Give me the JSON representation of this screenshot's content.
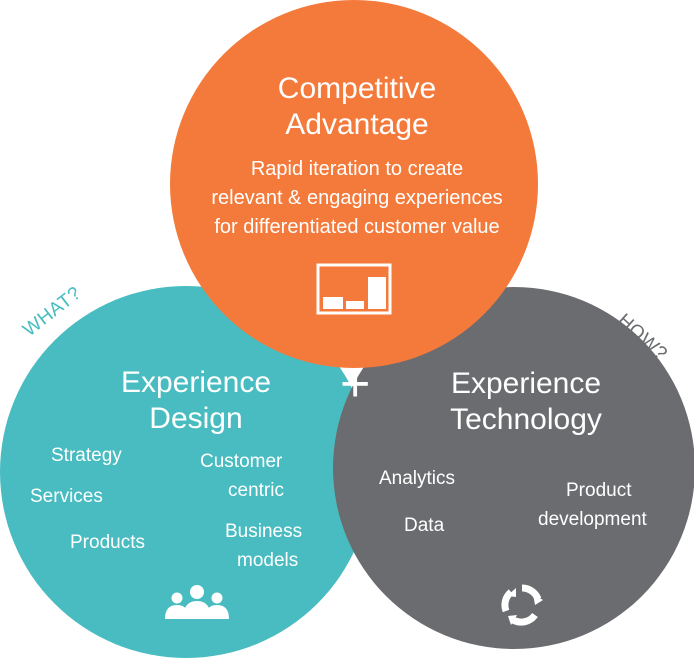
{
  "competitive": {
    "title_line1": "Competitive",
    "title_line2": "Advantage",
    "desc_line1": "Rapid iteration to create",
    "desc_line2": "relevant & engaging experiences",
    "desc_line3": "for differentiated customer value",
    "icon": "bar-chart-icon",
    "color": "#F47A3B"
  },
  "design": {
    "title_line1": "Experience",
    "title_line2": "Design",
    "items": [
      "Strategy",
      "Customer",
      "centric",
      "Services",
      "Products",
      "Business",
      "models"
    ],
    "icon": "people-group-icon",
    "color": "#48BCC0"
  },
  "technology": {
    "title_line1": "Experience",
    "title_line2": "Technology",
    "items": [
      "Analytics",
      "Product",
      "development",
      "Data"
    ],
    "icon": "cycle-arrows-icon",
    "color": "#6B6C6F"
  },
  "labels": {
    "what": "WHAT?",
    "how": "HOW?",
    "plus": "+"
  }
}
